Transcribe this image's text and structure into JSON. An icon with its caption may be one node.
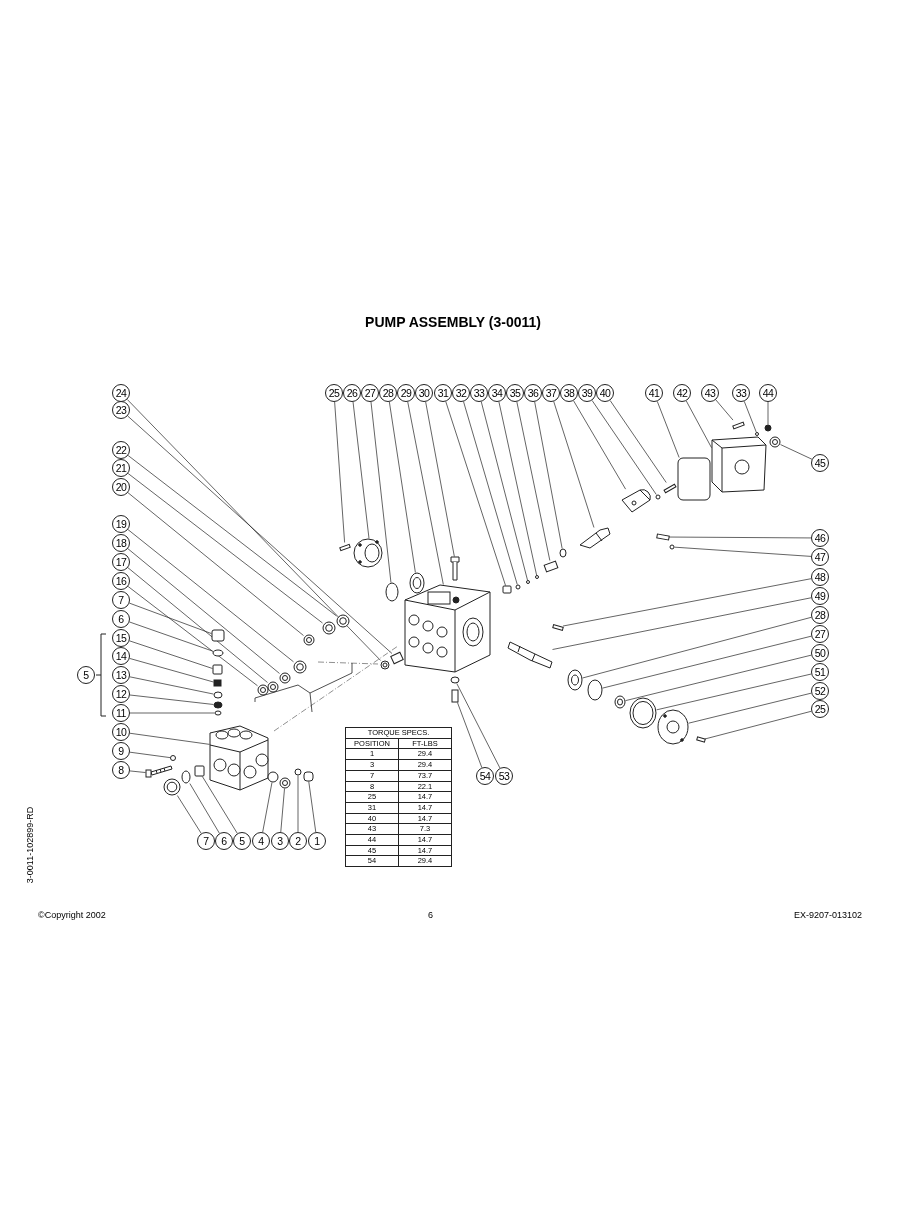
{
  "diagram": {
    "title": "PUMP ASSEMBLY (3-0011)",
    "nodes": [
      {
        "text": [
          "24"
        ]
      },
      {
        "text": [
          "23"
        ]
      },
      {
        "text": [
          "22"
        ]
      },
      {
        "text": [
          "21"
        ]
      },
      {
        "text": [
          "20"
        ]
      },
      {
        "text": [
          "19"
        ]
      },
      {
        "text": [
          "18"
        ]
      },
      {
        "text": [
          "17"
        ]
      },
      {
        "text": [
          "16"
        ]
      },
      {
        "text": [
          "7"
        ]
      },
      {
        "text": [
          "6"
        ]
      },
      {
        "text": [
          "15"
        ]
      },
      {
        "text": [
          "14"
        ]
      },
      {
        "text": [
          "13"
        ]
      },
      {
        "text": [
          "12"
        ]
      },
      {
        "text": [
          "11"
        ]
      },
      {
        "text": [
          "10"
        ]
      },
      {
        "text": [
          "9"
        ]
      },
      {
        "text": [
          "8"
        ]
      },
      {
        "text": [
          "5"
        ]
      },
      {
        "text": [
          "25"
        ]
      },
      {
        "text": [
          "26"
        ]
      },
      {
        "text": [
          "27"
        ]
      },
      {
        "text": [
          "28"
        ]
      },
      {
        "text": [
          "29"
        ]
      },
      {
        "text": [
          "30"
        ]
      },
      {
        "text": [
          "31"
        ]
      },
      {
        "text": [
          "32"
        ]
      },
      {
        "text": [
          "33"
        ]
      },
      {
        "text": [
          "34"
        ]
      },
      {
        "text": [
          "35"
        ]
      },
      {
        "text": [
          "36"
        ]
      },
      {
        "text": [
          "37"
        ]
      },
      {
        "text": [
          "38"
        ]
      },
      {
        "text": [
          "39"
        ]
      },
      {
        "text": [
          "40"
        ]
      },
      {
        "text": [
          "41"
        ]
      },
      {
        "text": [
          "42"
        ]
      },
      {
        "text": [
          "43"
        ]
      },
      {
        "text": [
          "33"
        ]
      },
      {
        "text": [
          "44"
        ]
      },
      {
        "text": [
          "45"
        ]
      },
      {
        "text": [
          "46"
        ]
      },
      {
        "text": [
          "47"
        ]
      },
      {
        "text": [
          "48"
        ]
      },
      {
        "text": [
          "49"
        ]
      },
      {
        "text": [
          "28"
        ]
      },
      {
        "text": [
          "27"
        ]
      },
      {
        "text": [
          "50"
        ]
      },
      {
        "text": [
          "51"
        ]
      },
      {
        "text": [
          "52"
        ]
      },
      {
        "text": [
          "25"
        ]
      },
      {
        "text": [
          "54"
        ]
      },
      {
        "text": [
          "53"
        ]
      },
      {
        "text": [
          "7"
        ]
      },
      {
        "text": [
          "6"
        ]
      },
      {
        "text": [
          "5"
        ]
      },
      {
        "text": [
          "4"
        ]
      },
      {
        "text": [
          "3"
        ]
      },
      {
        "text": [
          "2"
        ]
      },
      {
        "text": [
          "1"
        ]
      },
      {
        "text": [],
        "shape": "circle"
      },
      {
        "text": [],
        "shape": "box"
      },
      {
        "text": [],
        "shape": "circle"
      },
      {
        "text": [],
        "shape": "circle"
      },
      {
        "text": [],
        "shape": "circle"
      },
      {
        "text": [],
        "shape": "circle"
      },
      {
        "text": [],
        "shape": "circle"
      },
      {
        "text": [],
        "shape": "circle"
      },
      {
        "text": [],
        "shape": "circle"
      },
      {
        "text": [],
        "shape": "box"
      },
      {
        "text": [],
        "shape": "circle"
      },
      {
        "text": [],
        "shape": "box"
      },
      {
        "text": [],
        "shape": "box"
      },
      {
        "text": [],
        "shape": "circle"
      },
      {
        "text": [],
        "shape": "circle"
      },
      {
        "text": [],
        "shape": "circle"
      },
      {
        "text": [],
        "shape": "picture"
      },
      {
        "text": [],
        "shape": "circle"
      },
      {
        "text": [],
        "shape": "picture"
      },
      {
        "text": [],
        "shape": "bar"
      },
      {
        "text": [],
        "shape": "picture"
      },
      {
        "text": [],
        "shape": "circle"
      },
      {
        "text": [],
        "shape": "circle"
      },
      {
        "text": [],
        "shape": "picture"
      },
      {
        "text": [],
        "shape": "picture"
      },
      {
        "text": [],
        "shape": "box"
      },
      {
        "text": [],
        "shape": "circle"
      },
      {
        "text": [],
        "shape": "circle"
      },
      {
        "text": [],
        "shape": "circle"
      },
      {
        "text": [],
        "shape": "box"
      },
      {
        "text": [],
        "shape": "circle"
      },
      {
        "text": [],
        "shape": "picture"
      },
      {
        "text": [],
        "shape": "picture"
      },
      {
        "text": [],
        "shape": "circle"
      },
      {
        "text": [],
        "shape": "bar"
      },
      {
        "text": [],
        "shape": "box"
      },
      {
        "text": [],
        "shape": "picture"
      },
      {
        "text": [],
        "shape": "bar"
      },
      {
        "text": [],
        "shape": "circle"
      },
      {
        "text": [],
        "shape": "circle"
      },
      {
        "text": [],
        "shape": "circle"
      },
      {
        "text": [],
        "shape": "bar"
      },
      {
        "text": [],
        "shape": "circle"
      },
      {
        "text": [],
        "shape": "bar"
      },
      {
        "text": [],
        "shape": "picture"
      },
      {
        "text": [],
        "shape": "circle"
      },
      {
        "text": [],
        "shape": "circle"
      },
      {
        "text": [],
        "shape": "circle"
      },
      {
        "text": [],
        "shape": "circle"
      },
      {
        "text": [],
        "shape": "picture"
      },
      {
        "text": [],
        "shape": "bar"
      },
      {
        "text": [],
        "shape": "box"
      },
      {
        "text": [],
        "shape": "circle"
      },
      {
        "text": [],
        "shape": "circle"
      },
      {
        "text": [],
        "shape": "circle"
      },
      {
        "text": [],
        "shape": "box"
      },
      {
        "text": [],
        "shape": "circle"
      },
      {
        "text": [],
        "shape": "circle"
      },
      {
        "text": [],
        "shape": "circle"
      },
      {
        "text": [],
        "shape": "box"
      }
    ],
    "edges": [
      {
        "from": 0,
        "to": 61,
        "arrow": "none"
      },
      {
        "from": 1,
        "to": 62,
        "arrow": "none"
      },
      {
        "from": 2,
        "to": 63,
        "arrow": "none"
      },
      {
        "from": 3,
        "to": 64,
        "arrow": "none"
      },
      {
        "from": 4,
        "to": 65,
        "arrow": "none"
      },
      {
        "from": 5,
        "to": 66,
        "arrow": "none"
      },
      {
        "from": 6,
        "to": 67,
        "arrow": "none"
      },
      {
        "from": 7,
        "to": 68,
        "arrow": "none"
      },
      {
        "from": 8,
        "to": 69,
        "arrow": "none"
      },
      {
        "from": 9,
        "to": 70,
        "arrow": "none"
      },
      {
        "from": 10,
        "to": 71,
        "arrow": "none"
      },
      {
        "from": 11,
        "to": 72,
        "arrow": "none"
      },
      {
        "from": 12,
        "to": 73,
        "arrow": "none"
      },
      {
        "from": 13,
        "to": 74,
        "arrow": "none"
      },
      {
        "from": 14,
        "to": 75,
        "arrow": "none"
      },
      {
        "from": 15,
        "to": 76,
        "arrow": "none"
      },
      {
        "from": 16,
        "to": 77,
        "arrow": "none"
      },
      {
        "from": 17,
        "to": 78,
        "arrow": "none"
      },
      {
        "from": 18,
        "to": 79,
        "arrow": "none"
      },
      {
        "from": 20,
        "to": 80,
        "arrow": "none"
      },
      {
        "from": 21,
        "to": 81,
        "arrow": "none"
      },
      {
        "from": 22,
        "to": 82,
        "arrow": "none"
      },
      {
        "from": 23,
        "to": 83,
        "arrow": "none"
      },
      {
        "from": 24,
        "to": 84,
        "arrow": "none"
      },
      {
        "from": 25,
        "to": 85,
        "arrow": "none"
      },
      {
        "from": 26,
        "to": 86,
        "arrow": "none"
      },
      {
        "from": 27,
        "to": 87,
        "arrow": "none"
      },
      {
        "from": 28,
        "to": 88,
        "arrow": "none"
      },
      {
        "from": 29,
        "to": 89,
        "arrow": "none"
      },
      {
        "from": 30,
        "to": 90,
        "arrow": "none"
      },
      {
        "from": 31,
        "to": 91,
        "arrow": "none"
      },
      {
        "from": 32,
        "to": 92,
        "arrow": "none"
      },
      {
        "from": 33,
        "to": 93,
        "arrow": "none"
      },
      {
        "from": 34,
        "to": 94,
        "arrow": "none"
      },
      {
        "from": 35,
        "to": 95,
        "arrow": "none"
      },
      {
        "from": 36,
        "to": 96,
        "arrow": "none"
      },
      {
        "from": 37,
        "to": 97,
        "arrow": "none"
      },
      {
        "from": 38,
        "to": 98,
        "arrow": "none"
      },
      {
        "from": 39,
        "to": 99,
        "arrow": "none"
      },
      {
        "from": 40,
        "to": 100,
        "arrow": "none"
      },
      {
        "from": 41,
        "to": 101,
        "arrow": "none"
      },
      {
        "from": 42,
        "to": 102,
        "arrow": "none"
      },
      {
        "from": 43,
        "to": 103,
        "arrow": "none"
      },
      {
        "from": 44,
        "to": 104,
        "arrow": "none"
      },
      {
        "from": 45,
        "to": 105,
        "arrow": "none"
      },
      {
        "from": 46,
        "to": 106,
        "arrow": "none"
      },
      {
        "from": 47,
        "to": 107,
        "arrow": "none"
      },
      {
        "from": 48,
        "to": 108,
        "arrow": "none"
      },
      {
        "from": 49,
        "to": 109,
        "arrow": "none"
      },
      {
        "from": 50,
        "to": 110,
        "arrow": "none"
      },
      {
        "from": 51,
        "to": 111,
        "arrow": "none"
      },
      {
        "from": 52,
        "to": 112,
        "arrow": "none"
      },
      {
        "from": 53,
        "to": 113,
        "arrow": "none"
      },
      {
        "from": 54,
        "to": 114,
        "arrow": "none"
      },
      {
        "from": 55,
        "to": 115,
        "arrow": "none"
      },
      {
        "from": 56,
        "to": 116,
        "arrow": "none"
      },
      {
        "from": 57,
        "to": 117,
        "arrow": "none"
      },
      {
        "from": 58,
        "to": 118,
        "arrow": "none"
      },
      {
        "from": 59,
        "to": 119,
        "arrow": "none"
      },
      {
        "from": 60,
        "to": 120,
        "arrow": "none"
      }
    ],
    "labels": [
      "TORQUE SPECS.",
      "POSITION",
      "FT-LBS",
      "1",
      "29.4",
      "3",
      "29.4",
      "7",
      "73.7",
      "8",
      "22.1",
      "25",
      "14.7",
      "31",
      "14.7",
      "40",
      "14.7",
      "43",
      "7.3",
      "44",
      "14.7",
      "45",
      "14.7",
      "54",
      "29.4",
      "3-0011-102899-RD",
      "©Copyright  2002",
      "6",
      "EX-9207-013102"
    ]
  }
}
